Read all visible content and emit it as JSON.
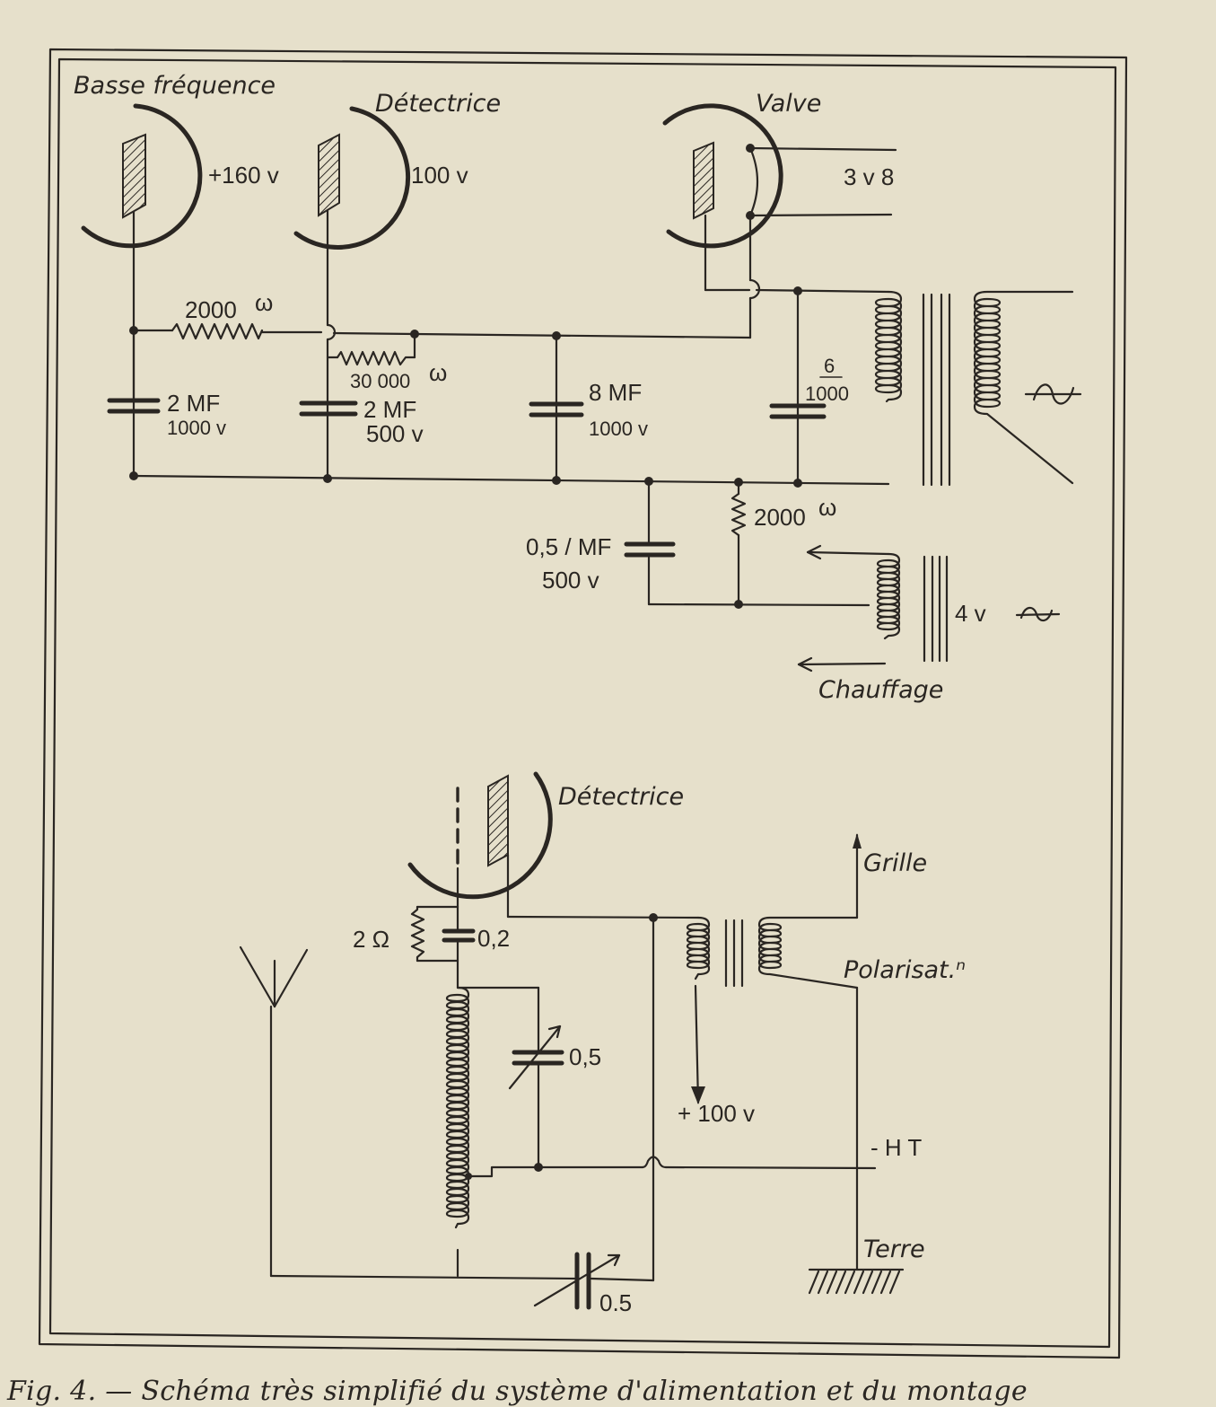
{
  "figure": {
    "caption": "Fig. 4. — Schéma très simplifié du système d'alimentation et du montage",
    "colors": {
      "paper": "#e6e0cb",
      "ink": "#2a2622"
    }
  },
  "upper_circuit": {
    "tubes": {
      "basse_frequence": {
        "label": "Basse fréquence",
        "voltage": "+160 v"
      },
      "detectrice": {
        "label": "Détectrice",
        "voltage": "100 v"
      },
      "valve": {
        "label": "Valve",
        "filament_voltage": "3 v 8"
      }
    },
    "resistors": {
      "r1": {
        "value": "2000",
        "unit": "ω"
      },
      "r2": {
        "value": "30 000",
        "unit": "ω"
      },
      "r3": {
        "value": "2000",
        "unit": "ω"
      }
    },
    "capacitors": {
      "c1": {
        "value": "2 MF",
        "voltage": "1000 v"
      },
      "c2": {
        "value": "2 MF",
        "voltage": "500 v"
      },
      "c3": {
        "value": "8 MF",
        "voltage": "1000 v"
      },
      "c4": {
        "numerator": "6",
        "denominator": "1000"
      },
      "c5": {
        "value": "0,5 / MF",
        "voltage": "500 v"
      }
    },
    "mains_symbol": "~",
    "heater": {
      "voltage": "4 v",
      "ac_symbol": "~",
      "label": "Chauffage"
    }
  },
  "lower_circuit": {
    "tube": {
      "label": "Détectrice"
    },
    "grid_leak": {
      "resistor": "2 Ω",
      "capacitor": "0,2"
    },
    "tuning_capacitor": "0,5",
    "antenna_capacitor": "0.5",
    "outputs": {
      "grille": "Grille",
      "polarisation": "Polarisat.ⁿ",
      "plus_ht": "+ 100 v",
      "minus_ht": "- H T",
      "terre": "Terre"
    }
  }
}
